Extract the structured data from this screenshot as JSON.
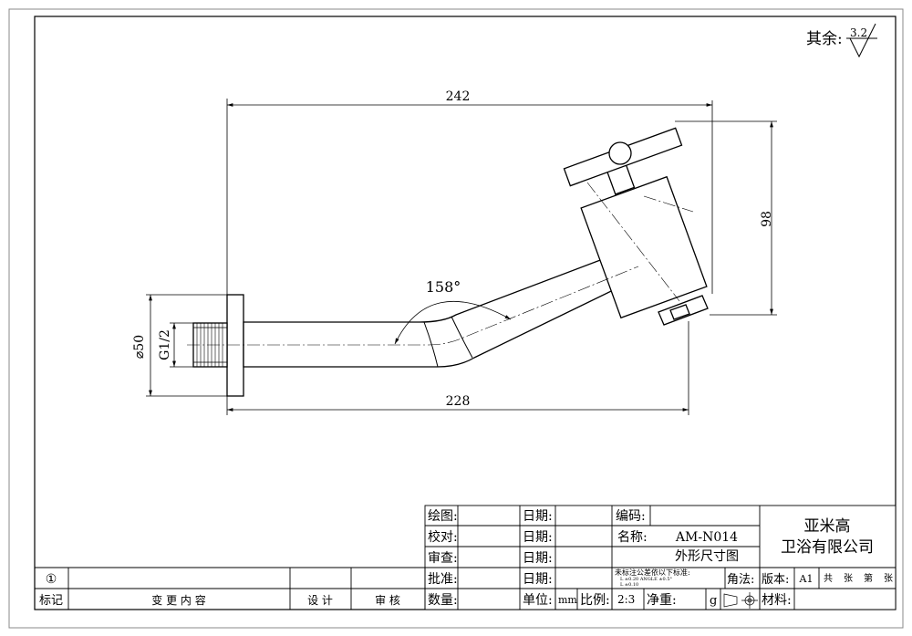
{
  "surface_roughness": {
    "label": "其余:",
    "value": "3.2"
  },
  "dimensions": {
    "overall_length": "242",
    "base_length": "228",
    "height": "98",
    "flange_diameter": "⌀50",
    "thread": "G1/2",
    "bend_angle": "158°"
  },
  "title_block": {
    "drawn_label": "绘图:",
    "checked_label": "校对:",
    "reviewed_label": "审查:",
    "approved_label": "批准:",
    "quantity_label": "数量:",
    "date_label": "日期:",
    "code_label": "编码:",
    "name_label": "名称:",
    "product_code": "AM-N014",
    "drawing_title": "外形尺寸图",
    "tolerance_note": "未标注公差依以下标准:",
    "tolerance_line1": "L  ±0.20  ANGLE  ±0.5°",
    "tolerance_line2": "L  ±0.10",
    "projection_label": "角法:",
    "unit_label": "单位:",
    "unit_value": "mm",
    "scale_label": "比例:",
    "scale_value": "2:3",
    "net_weight_label": "净重:",
    "weight_unit": "g",
    "version_label": "版本:",
    "version_value": "A1",
    "sheet_info": "共 张 第 张",
    "material_label": "材料:",
    "company_line1": "亚米高",
    "company_line2": "卫浴有限公司"
  },
  "revision_block": {
    "revision_mark": "①",
    "mark_label": "标记",
    "change_label": "变 更 内 容",
    "design_label": "设 计",
    "review_label": "审 核"
  }
}
